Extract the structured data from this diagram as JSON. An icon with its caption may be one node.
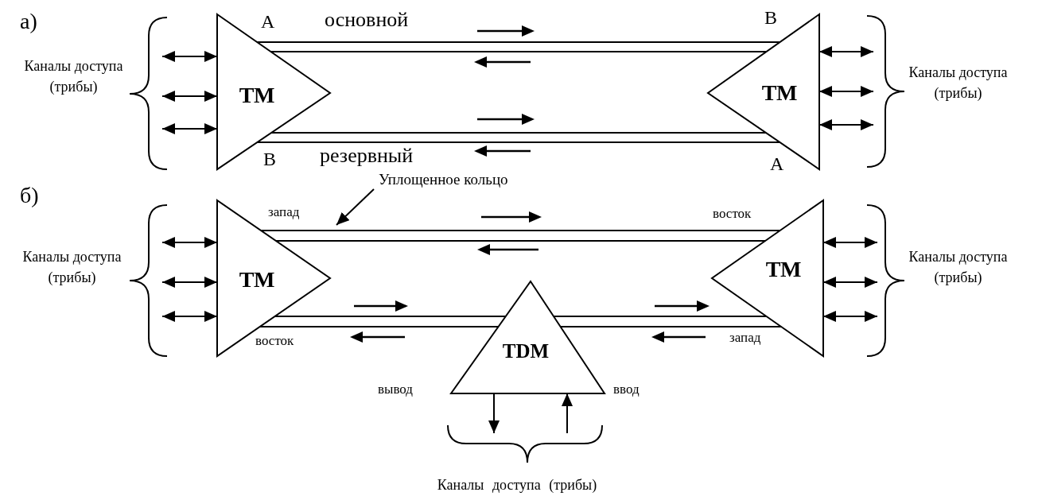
{
  "diagram": {
    "nodes": [
      {
        "text": [
          "ТМ"
        ],
        "beside": [
          "A",
          "B"
        ]
      },
      {
        "text": [
          "ТМ"
        ],
        "beside": [
          "B",
          "A"
        ]
      },
      {
        "text": [
          "ТМ"
        ],
        "beside": [
          "запад",
          "восток"
        ]
      },
      {
        "text": [
          "ТМ"
        ],
        "beside": [
          "восток",
          "запад"
        ]
      },
      {
        "text": [
          "TDM"
        ],
        "beside": [
          "вывод",
          "ввод"
        ]
      },
      {
        "text": [
          "Уплощенное кольцо"
        ]
      }
    ],
    "edges": [
      {
        "from": 0,
        "to": 1,
        "arrow": "none"
      },
      {
        "from": 0,
        "to": 1,
        "arrow": "none"
      },
      {
        "from": 0,
        "to": 1,
        "arrow": "none"
      },
      {
        "from": 0,
        "to": 1,
        "arrow": "none"
      },
      {
        "from": null,
        "to": 0,
        "arrow": "both"
      },
      {
        "from": null,
        "to": 0,
        "arrow": "both"
      },
      {
        "from": null,
        "to": 0,
        "arrow": "both"
      },
      {
        "from": 1,
        "to": null,
        "arrow": "both"
      },
      {
        "from": 1,
        "to": null,
        "arrow": "both"
      },
      {
        "from": 1,
        "to": null,
        "arrow": "both"
      },
      {
        "from": 2,
        "to": 3,
        "arrow": "none"
      },
      {
        "from": 2,
        "to": 3,
        "arrow": "none"
      },
      {
        "from": 2,
        "to": 4,
        "arrow": "none"
      },
      {
        "from": 2,
        "to": 4,
        "arrow": "none"
      },
      {
        "from": 4,
        "to": 3,
        "arrow": "none"
      },
      {
        "from": 4,
        "to": 3,
        "arrow": "none"
      },
      {
        "from": null,
        "to": 2,
        "arrow": "both"
      },
      {
        "from": null,
        "to": 2,
        "arrow": "both"
      },
      {
        "from": null,
        "to": 2,
        "arrow": "both"
      },
      {
        "from": 3,
        "to": null,
        "arrow": "both"
      },
      {
        "from": 3,
        "to": null,
        "arrow": "both"
      },
      {
        "from": 3,
        "to": null,
        "arrow": "both"
      },
      {
        "from": 4,
        "to": null,
        "arrow": "to"
      },
      {
        "from": null,
        "to": 4,
        "arrow": "to"
      },
      {
        "from": 5,
        "to": null,
        "arrow": "to"
      }
    ],
    "labels": [
      "а)",
      "основной",
      "Каналы доступа (трибы)",
      "Каналы доступа (трибы)",
      "резервный",
      "б)",
      "Каналы доступа (трибы)",
      "Каналы доступа (трибы)",
      "Каналы доступа (трибы)"
    ]
  }
}
